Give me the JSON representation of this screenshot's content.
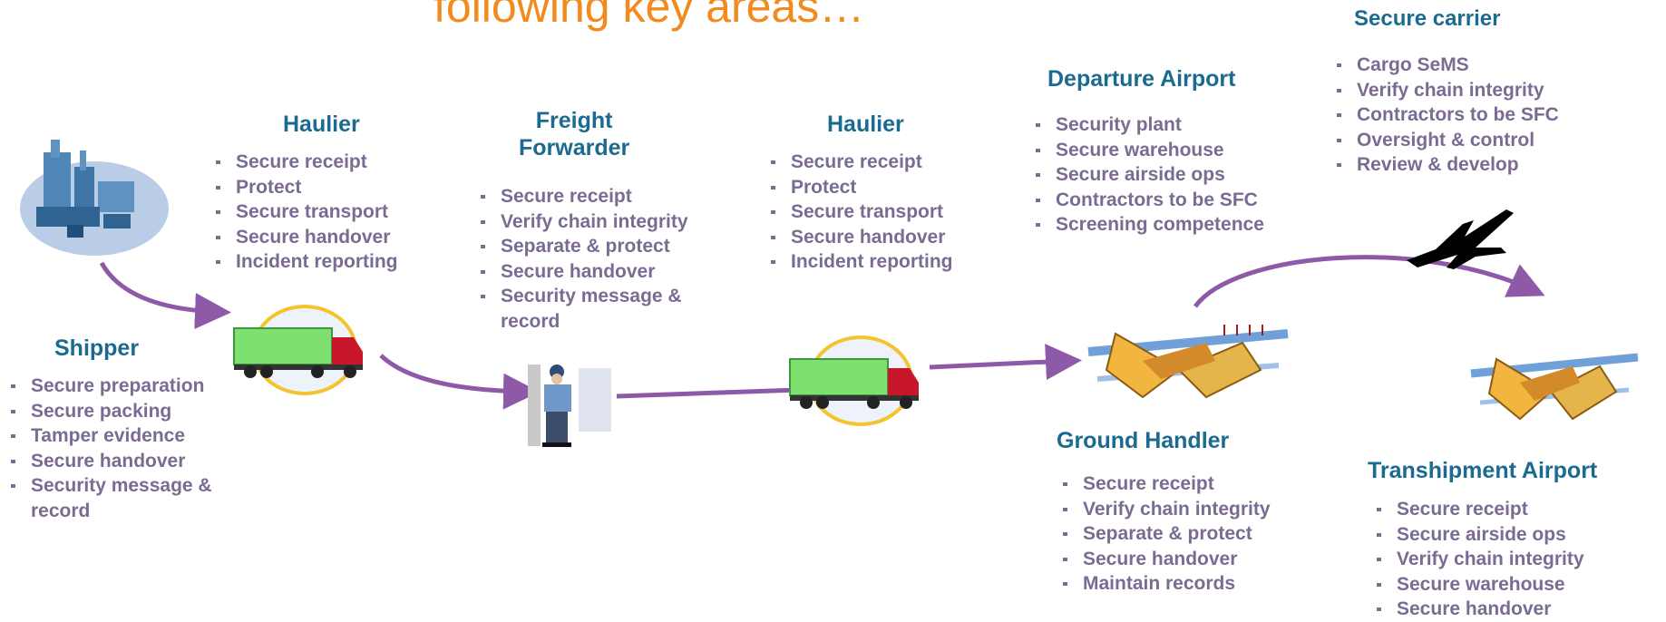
{
  "title": "following key areas…",
  "nodes": {
    "shipper": {
      "heading": "Shipper",
      "items": [
        "Secure preparation",
        "Secure packing",
        "Tamper evidence",
        "Secure handover",
        "Security message & record"
      ]
    },
    "haulier1": {
      "heading": "Haulier",
      "items": [
        "Secure receipt",
        "Protect",
        "Secure transport",
        "Secure handover",
        "Incident reporting"
      ]
    },
    "freight_forwarder": {
      "heading_lines": [
        "Freight",
        "Forwarder"
      ],
      "items": [
        "Secure receipt",
        "Verify chain integrity",
        "Separate & protect",
        "Secure handover",
        "Security message & record"
      ]
    },
    "haulier2": {
      "heading": "Haulier",
      "items": [
        "Secure receipt",
        "Protect",
        "Secure transport",
        "Secure handover",
        "Incident reporting"
      ]
    },
    "departure_airport": {
      "heading": "Departure Airport",
      "items": [
        "Security plant",
        "Secure warehouse",
        "Secure airside ops",
        "Contractors to be SFC",
        "Screening competence"
      ]
    },
    "secure_carrier": {
      "heading": "Secure carrier",
      "items": [
        "Cargo SeMS",
        "Verify chain integrity",
        "Contractors to be SFC",
        "Oversight & control",
        "Review & develop"
      ]
    },
    "ground_handler": {
      "heading": "Ground Handler",
      "items": [
        "Secure receipt",
        "Verify chain integrity",
        "Separate & protect",
        "Secure handover",
        "Maintain records"
      ]
    },
    "transhipment_airport": {
      "heading": "Transhipment Airport",
      "items": [
        "Secure receipt",
        "Secure airside ops",
        "Verify chain integrity",
        "Secure warehouse",
        "Secure handover"
      ]
    }
  },
  "icons": [
    "factory-icon",
    "truck-icon",
    "security-guard-icon",
    "truck-icon",
    "airport-icon",
    "airplane-icon",
    "airport-icon"
  ],
  "colors": {
    "title": "#f28a1e",
    "heading": "#1b6a8f",
    "items": "#7b6b93",
    "arrow": "#8e5aa8"
  }
}
